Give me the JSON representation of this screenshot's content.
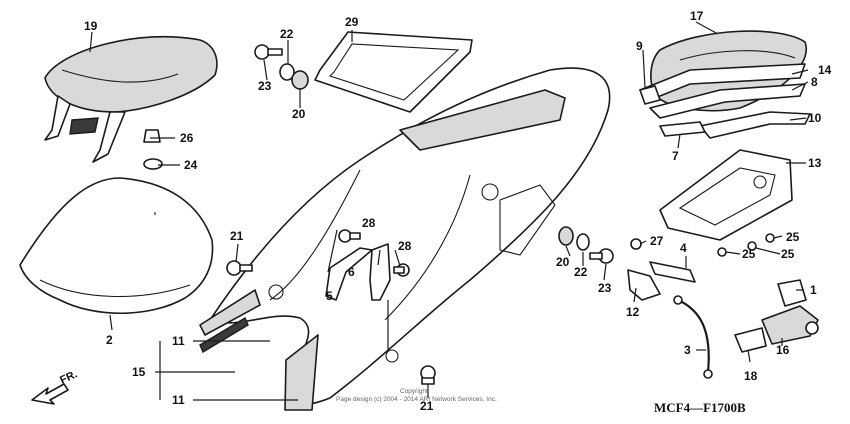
{
  "diagram": {
    "code": "MCF4—F1700B",
    "direction_label": "FR.",
    "copyright_line1": "Copyright",
    "copyright_line2": "Page design (c) 2004 - 2014 ARI Network Services, Inc.",
    "callouts": [
      "1",
      "2",
      "3",
      "4",
      "5",
      "6",
      "7",
      "8",
      "9",
      "10",
      "11",
      "11",
      "12",
      "13",
      "14",
      "15",
      "16",
      "17",
      "18",
      "19",
      "20",
      "20",
      "21",
      "21",
      "22",
      "22",
      "23",
      "23",
      "24",
      "25",
      "25",
      "25",
      "26",
      "27",
      "28",
      "28",
      "29"
    ]
  }
}
